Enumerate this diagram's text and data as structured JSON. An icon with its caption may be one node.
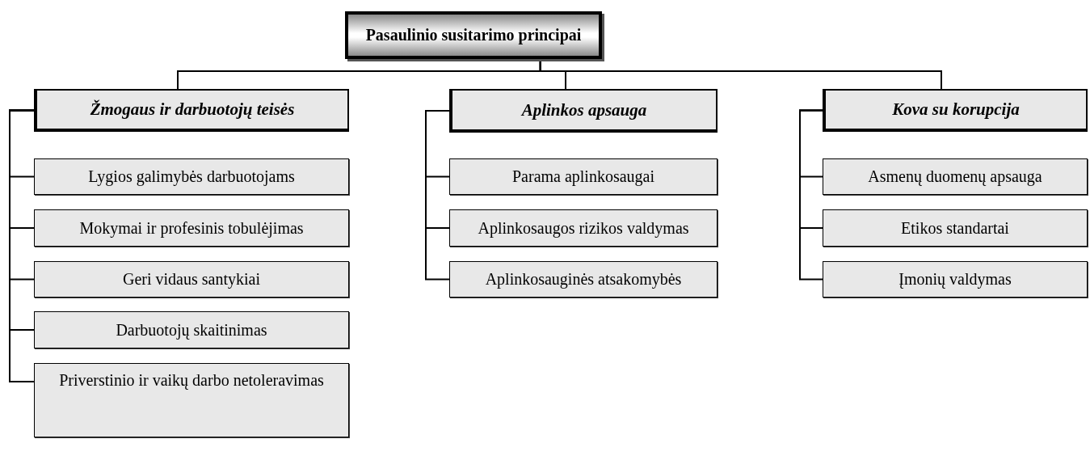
{
  "diagram": {
    "nodes": [
      {
        "text": [
          "Pasaulinio susitarimo principai"
        ]
      },
      {
        "text": [
          "Žmogaus ir darbuotojų teisės"
        ]
      },
      {
        "text": [
          "Lygios galimybės darbuotojams"
        ]
      },
      {
        "text": [
          "Mokymai ir profesinis tobulėjimas"
        ]
      },
      {
        "text": [
          "Geri vidaus santykiai"
        ]
      },
      {
        "text": [
          "Darbuotojų skaitinimas"
        ]
      },
      {
        "text": [
          "Priverstinio ir vaikų darbo netoleravimas"
        ]
      },
      {
        "text": [
          "Aplinkos apsauga"
        ]
      },
      {
        "text": [
          "Parama aplinkosaugai"
        ]
      },
      {
        "text": [
          "Aplinkosaugos rizikos valdymas"
        ]
      },
      {
        "text": [
          "Aplinkosauginės atsakomybės"
        ]
      },
      {
        "text": [
          "Kova su korupcija"
        ]
      },
      {
        "text": [
          "Asmenų duomenų apsauga"
        ]
      },
      {
        "text": [
          "Etikos standartai"
        ]
      },
      {
        "text": [
          "Įmonių valdymas"
        ]
      }
    ],
    "edges": [
      {
        "from": 0,
        "to": 1,
        "arrow": "none"
      },
      {
        "from": 0,
        "to": 7,
        "arrow": "none"
      },
      {
        "from": 0,
        "to": 11,
        "arrow": "none"
      },
      {
        "from": 1,
        "to": 2,
        "arrow": "none"
      },
      {
        "from": 1,
        "to": 3,
        "arrow": "none"
      },
      {
        "from": 1,
        "to": 4,
        "arrow": "none"
      },
      {
        "from": 1,
        "to": 5,
        "arrow": "none"
      },
      {
        "from": 1,
        "to": 6,
        "arrow": "none"
      },
      {
        "from": 7,
        "to": 8,
        "arrow": "none"
      },
      {
        "from": 7,
        "to": 9,
        "arrow": "none"
      },
      {
        "from": 7,
        "to": 10,
        "arrow": "none"
      },
      {
        "from": 11,
        "to": 12,
        "arrow": "none"
      },
      {
        "from": 11,
        "to": 13,
        "arrow": "none"
      },
      {
        "from": 11,
        "to": 14,
        "arrow": "none"
      }
    ]
  }
}
